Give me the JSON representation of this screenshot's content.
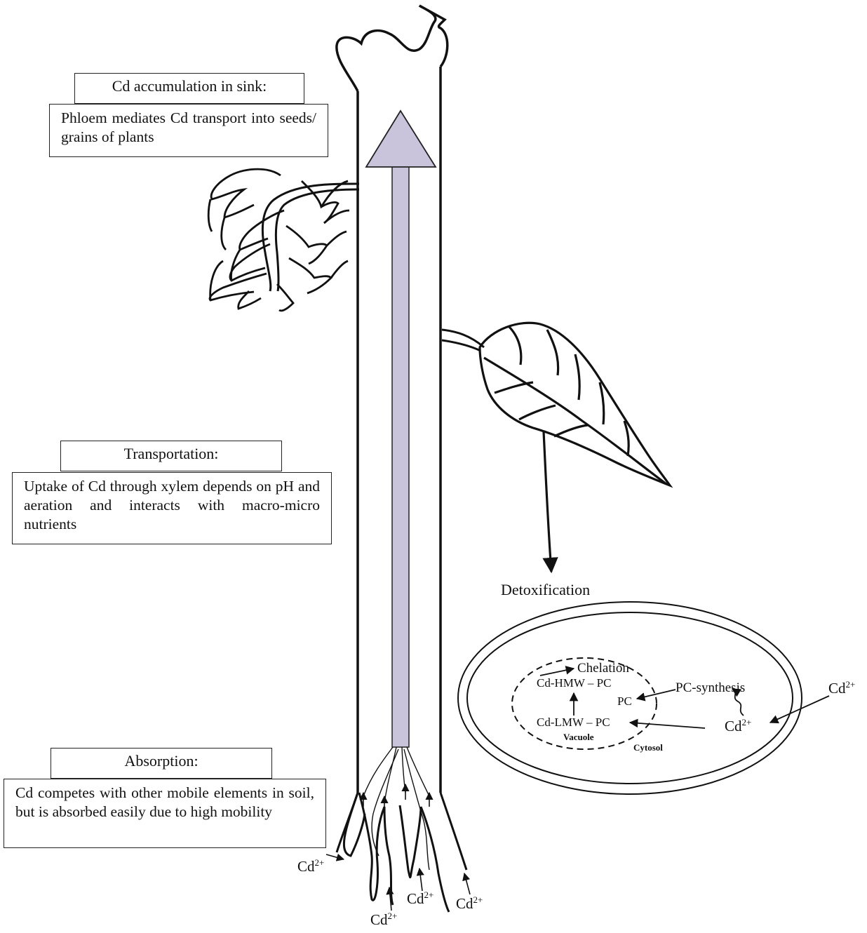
{
  "boxes": {
    "sink": {
      "title": "Cd accumulation in sink:",
      "text": "Phloem mediates Cd transport into seeds/ grains of plants"
    },
    "transport": {
      "title": "Transportation:",
      "text": "Uptake of Cd through xylem depends on pH and aeration and interacts with macro-micro nutrients"
    },
    "absorption": {
      "title": "Absorption:",
      "text": "Cd competes with other mobile elements in soil, but is absorbed easily due to high mobility"
    }
  },
  "detox": {
    "title": "Detoxification",
    "chelation": "Chelation",
    "cd_hmw_pc": "Cd-HMW – PC",
    "pc": "PC",
    "pc_synthesis": "PC-synthesis",
    "cd_lmw_pc": "Cd-LMW – PC",
    "vacuole": "Vacuole",
    "cytosol": "Cytosol"
  },
  "ions": {
    "base": "Cd",
    "charge": "2+"
  },
  "colors": {
    "arrow_fill": "#c9c3dc",
    "stroke": "#111111"
  }
}
